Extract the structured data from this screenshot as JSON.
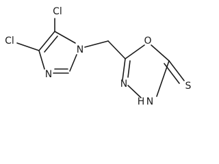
{
  "molecule": {
    "atoms": {
      "cl_top": "Cl",
      "cl_left": "Cl",
      "n_imidazole_1": "N",
      "n_imidazole_3": "N",
      "o_ring": "O",
      "n_oxadiazole_3": "N",
      "n_h": "N",
      "h_on_n": "H",
      "s_thione": "S"
    }
  }
}
